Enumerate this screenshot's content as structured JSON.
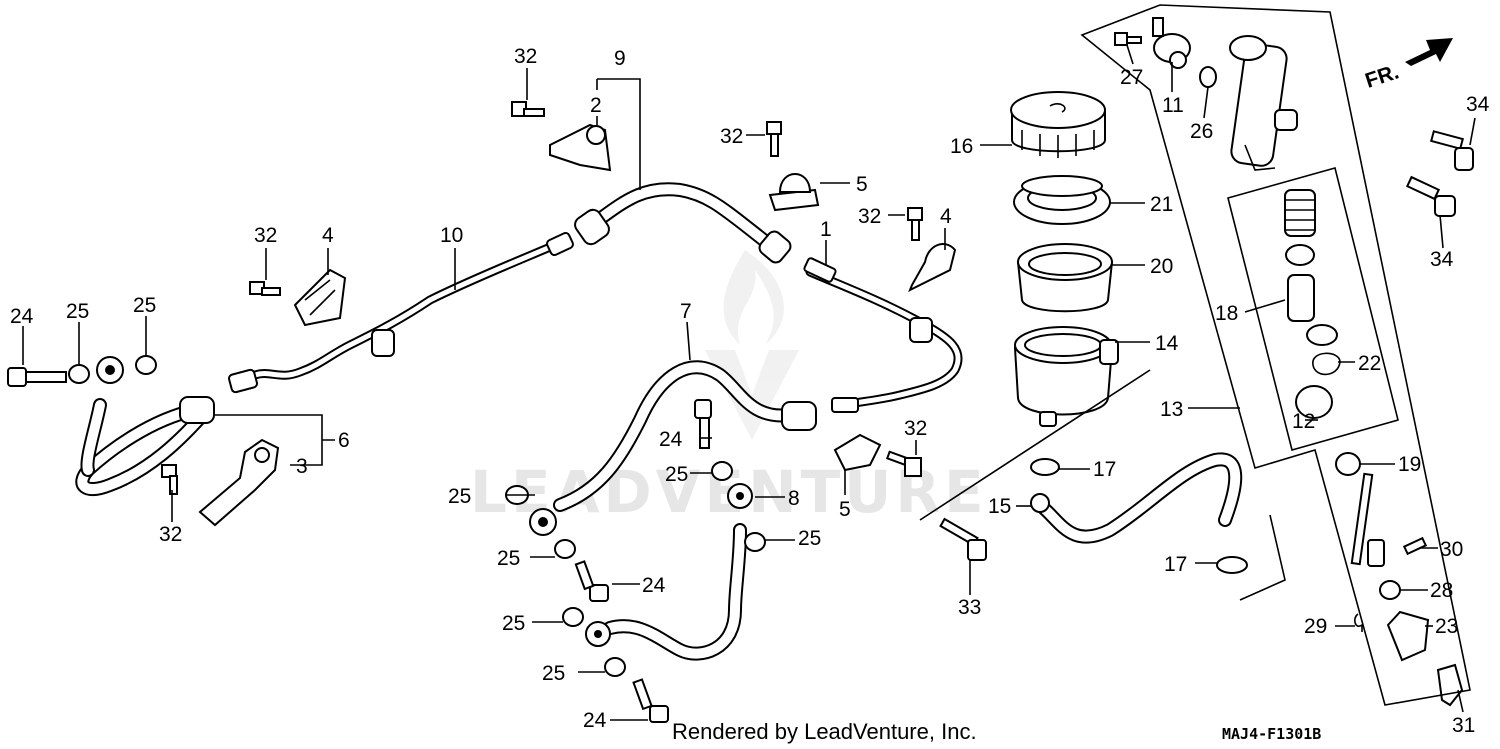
{
  "diagram": {
    "direction_label": "FR.",
    "watermark": "LEADVENTURE",
    "credit": "Rendered by LeadVenture, Inc.",
    "code": "MAJ4-F1301B",
    "callouts": [
      "32",
      "9",
      "2",
      "32",
      "5",
      "32",
      "4",
      "1",
      "16",
      "27",
      "11",
      "26",
      "34",
      "21",
      "20",
      "14",
      "18",
      "22",
      "12",
      "34",
      "13",
      "32",
      "4",
      "10",
      "24",
      "25",
      "25",
      "7",
      "6",
      "3",
      "32",
      "24",
      "25",
      "25",
      "8",
      "25",
      "25",
      "24",
      "25",
      "25",
      "24",
      "5",
      "32",
      "33",
      "15",
      "17",
      "17",
      "19",
      "30",
      "28",
      "29",
      "23",
      "31"
    ]
  }
}
